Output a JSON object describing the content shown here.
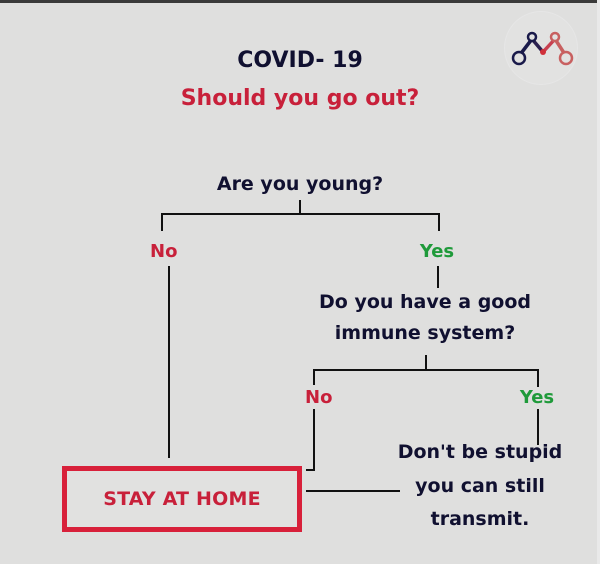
{
  "header": {
    "title": "COVID- 19",
    "subtitle": "Should you go out?"
  },
  "logo": {
    "icon": "molecule-m-logo-icon",
    "colors": [
      "#1a1a4a",
      "#d0303a",
      "#c86060"
    ]
  },
  "flowchart": {
    "q1": {
      "text": "Are you young?",
      "no": "No",
      "yes": "Yes"
    },
    "q2": {
      "line1": "Do you have a good",
      "line2": "immune system?",
      "no": "No",
      "yes": "Yes"
    },
    "result_box": {
      "text": "STAY AT HOME",
      "border_color": "#d8203a"
    },
    "result_yes": {
      "line1": "Don't be stupid",
      "line2": "you can still",
      "line3": "transmit."
    }
  },
  "colors": {
    "navy": "#101030",
    "red": "#c8203a",
    "green": "#1f9a3a",
    "background": "#dfdfde"
  }
}
